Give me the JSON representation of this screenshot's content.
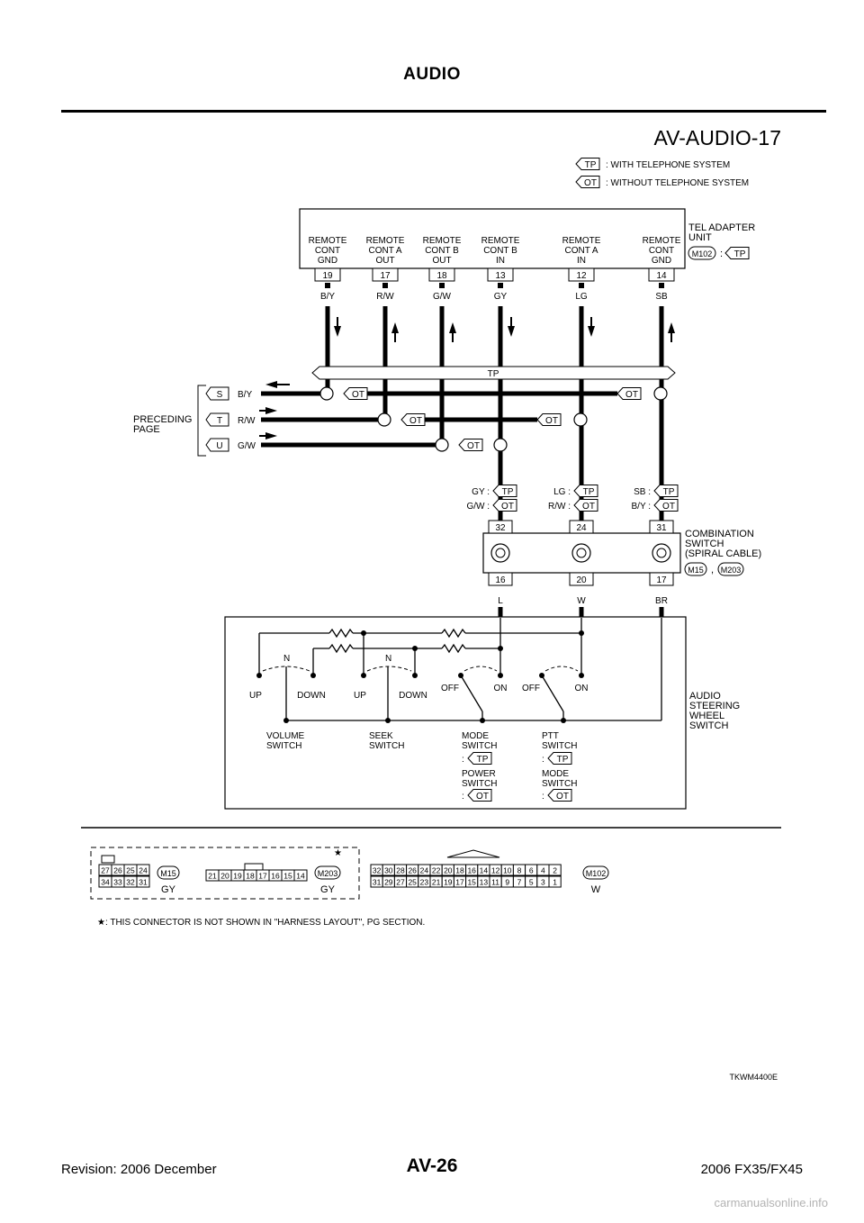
{
  "header": {
    "title": "AUDIO"
  },
  "diagram_id": "AV-AUDIO-17",
  "legend": {
    "tp_code": "TP",
    "tp_text": ": WITH TELEPHONE SYSTEM",
    "ot_code": "OT",
    "ot_text": ": WITHOUT TELEPHONE SYSTEM"
  },
  "tel_adapter": {
    "name_lines": [
      "TEL ADAPTER",
      "UNIT"
    ],
    "connector": "M102",
    "sep": ":",
    "variant": "TP",
    "terminals": [
      {
        "label": [
          "REMOTE",
          "CONT",
          "GND"
        ],
        "pin": "19",
        "wire": "B/Y"
      },
      {
        "label": [
          "REMOTE",
          "CONT A",
          "OUT"
        ],
        "pin": "17",
        "wire": "R/W"
      },
      {
        "label": [
          "REMOTE",
          "CONT B",
          "OUT"
        ],
        "pin": "18",
        "wire": "G/W"
      },
      {
        "label": [
          "REMOTE",
          "CONT B",
          "IN"
        ],
        "pin": "13",
        "wire": "GY"
      },
      {
        "label": [
          "REMOTE",
          "CONT A",
          "IN"
        ],
        "pin": "12",
        "wire": "LG"
      },
      {
        "label": [
          "REMOTE",
          "CONT",
          "GND"
        ],
        "pin": "14",
        "wire": "SB"
      }
    ]
  },
  "tp_bar_label": "TP",
  "preceding_page": {
    "label_lines": [
      "PRECEDING",
      "PAGE"
    ],
    "refs": [
      {
        "id": "S",
        "wire": "B/Y"
      },
      {
        "id": "T",
        "wire": "R/W"
      },
      {
        "id": "U",
        "wire": "G/W"
      }
    ]
  },
  "ot_tag": "OT",
  "tp_tag": "TP",
  "wire_variants": [
    {
      "tp": "GY :",
      "ot": "G/W :"
    },
    {
      "tp": "LG :",
      "ot": "R/W :"
    },
    {
      "tp": "SB :",
      "ot": "B/Y :"
    }
  ],
  "combination_switch": {
    "name_lines": [
      "COMBINATION",
      "SWITCH",
      "(SPIRAL CABLE)"
    ],
    "connector_a": "M15",
    "sep": ",",
    "connector_b": "M203",
    "top_pins": [
      "32",
      "24",
      "31"
    ],
    "bottom_pins": [
      "16",
      "20",
      "17"
    ],
    "bottom_wires": [
      "L",
      "W",
      "BR"
    ]
  },
  "audio_switch": {
    "name_lines": [
      "AUDIO",
      "STEERING",
      "WHEEL",
      "SWITCH"
    ],
    "n_label": "N",
    "pos": {
      "up": "UP",
      "down": "DOWN",
      "off": "OFF",
      "on": "ON"
    },
    "volume": [
      "VOLUME",
      "SWITCH"
    ],
    "seek": [
      "SEEK",
      "SWITCH"
    ],
    "mode_tp": [
      "MODE",
      "SWITCH"
    ],
    "ptt_tp": [
      "PTT",
      "SWITCH"
    ],
    "power_ot": [
      "POWER",
      "SWITCH"
    ],
    "mode_ot": [
      "MODE",
      "SWITCH"
    ],
    "colon": ":"
  },
  "connectors": {
    "m15": {
      "code": "M15",
      "color": "GY",
      "top": [
        "27",
        "26",
        "25",
        "24"
      ],
      "bottom": [
        "34",
        "33",
        "32",
        "31"
      ]
    },
    "m203": {
      "code": "M203",
      "color": "GY",
      "pins": [
        "21",
        "20",
        "19",
        "18",
        "17",
        "16",
        "15",
        "14"
      ]
    },
    "m102": {
      "code": "M102",
      "color": "W",
      "top": [
        "32",
        "30",
        "28",
        "26",
        "24",
        "22",
        "20",
        "18",
        "16",
        "14",
        "12",
        "10",
        "8",
        "6",
        "4",
        "2"
      ],
      "bottom": [
        "31",
        "29",
        "27",
        "25",
        "23",
        "21",
        "19",
        "17",
        "15",
        "13",
        "11",
        "9",
        "7",
        "5",
        "3",
        "1"
      ]
    },
    "star": "★"
  },
  "note": "★: THIS CONNECTOR IS NOT SHOWN IN \"HARNESS LAYOUT\", PG SECTION.",
  "figure_code": "TKWM4400E",
  "footer": {
    "left": "Revision: 2006 December",
    "center": "AV-26",
    "right": "2006 FX35/FX45"
  },
  "watermark": "carmanualsonline.info"
}
